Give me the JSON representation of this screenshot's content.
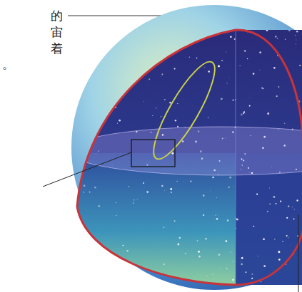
{
  "diagram": {
    "labels": [
      "的",
      "宙",
      "着",
      "。"
    ]
  }
}
